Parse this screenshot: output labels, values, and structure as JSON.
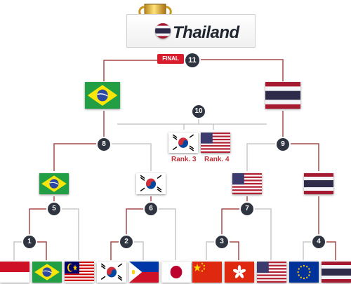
{
  "champion": {
    "name": "Thailand",
    "flag": "thailand"
  },
  "final": {
    "label": "FINAL",
    "match": "11"
  },
  "matches": [
    "1",
    "2",
    "3",
    "4",
    "5",
    "6",
    "7",
    "8",
    "9",
    "10"
  ],
  "ranks": {
    "third": "Rank. 3",
    "fourth": "Rank. 4"
  },
  "flags": {
    "finalist_left": "brazil",
    "finalist_right": "thailand",
    "third_place": "south-korea",
    "fourth_place": "usa",
    "semi": [
      "brazil",
      "south-korea",
      "usa",
      "thailand"
    ],
    "first_round": [
      "indonesia",
      "brazil",
      "malaysia",
      "south-korea",
      "philippines",
      "japan",
      "china",
      "hong-kong",
      "usa",
      "european-union",
      "thailand"
    ]
  },
  "colors": {
    "winner_line": "#a84a4a",
    "loser_line": "#c8c8c8",
    "node": "#2e3440",
    "final_badge": "#d81e2c",
    "rank_text": "#c0303a"
  }
}
